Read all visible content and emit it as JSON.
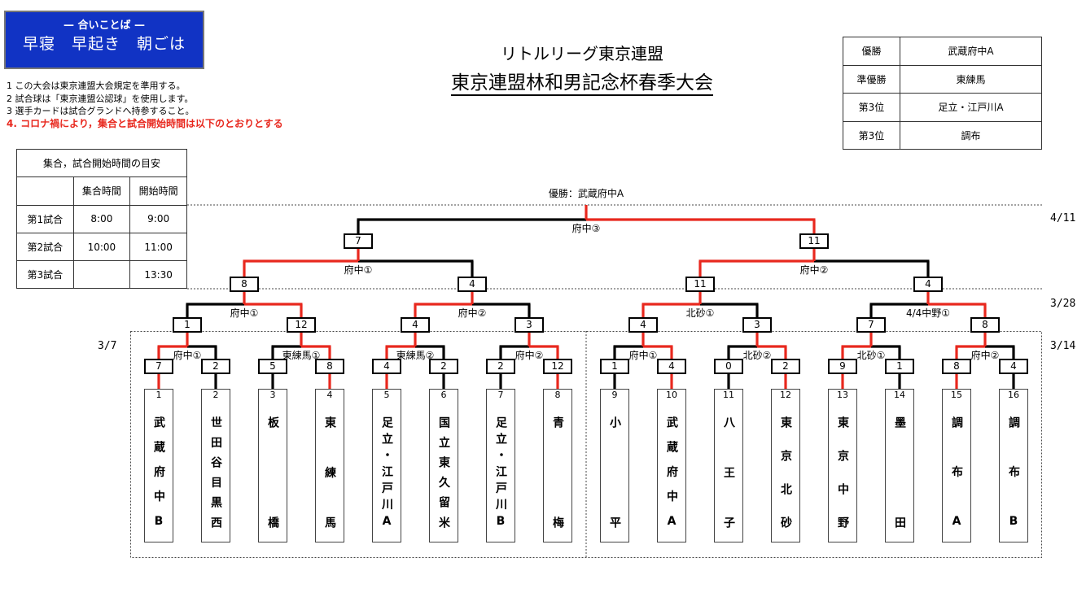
{
  "banner": {
    "subtitle": "— 合いことば —",
    "slogan": "早寝　早起き　朝ごは"
  },
  "rules": [
    "1 この大会は東京連盟大会規定を準用する。",
    "2 試合球は「東京連盟公認球」を使用します。",
    "3 選手カードは試合グランドへ持参すること。",
    "4. コロナ禍により，集合と試合開始時間は以下のとおりとする"
  ],
  "header": {
    "title": "リトルリーグ東京連盟",
    "subtitle": "東京連盟林和男記念杯春季大会"
  },
  "results": [
    {
      "place": "優勝",
      "team": "武蔵府中A"
    },
    {
      "place": "準優勝",
      "team": "東練馬"
    },
    {
      "place": "第3位",
      "team": "足立・江戸川A"
    },
    {
      "place": "第3位",
      "team": "調布"
    }
  ],
  "schedule": {
    "title": "集合，試合開始時間の目安",
    "headers": [
      "",
      "集合時間",
      "開始時間"
    ],
    "rows": [
      [
        "第1試合",
        "8:00",
        "9:00"
      ],
      [
        "第2試合",
        "10:00",
        "11:00"
      ],
      [
        "第3試合",
        "",
        "13:30"
      ]
    ]
  },
  "champion_label": "優勝：武蔵府中A",
  "dates": {
    "final": "4/11",
    "semi": "3/28",
    "round2": "3/14",
    "round1": "3/7"
  },
  "colors": {
    "win": "#e8281e",
    "lose": "#000000",
    "banner": "#1133c4"
  },
  "teams": [
    {
      "seed": "1",
      "name": "武蔵府中B"
    },
    {
      "seed": "2",
      "name": "世田谷目黒西"
    },
    {
      "seed": "3",
      "name": "板橋"
    },
    {
      "seed": "4",
      "name": "東練馬"
    },
    {
      "seed": "5",
      "name": "足立・江戸川A"
    },
    {
      "seed": "6",
      "name": "国立東久留米"
    },
    {
      "seed": "7",
      "name": "足立・江戸川B"
    },
    {
      "seed": "8",
      "name": "青梅"
    },
    {
      "seed": "9",
      "name": "小平"
    },
    {
      "seed": "10",
      "name": "武蔵府中A"
    },
    {
      "seed": "11",
      "name": "八王子"
    },
    {
      "seed": "12",
      "name": "東京北砂"
    },
    {
      "seed": "13",
      "name": "東京中野"
    },
    {
      "seed": "14",
      "name": "墨田"
    },
    {
      "seed": "15",
      "name": "調布A"
    },
    {
      "seed": "16",
      "name": "調布B"
    }
  ],
  "rounds": [
    {
      "scores": [
        "7",
        "2",
        "5",
        "8",
        "4",
        "2",
        "2",
        "12",
        "1",
        "4",
        "0",
        "2",
        "9",
        "1",
        "8",
        "4"
      ],
      "labels": [
        "府中①",
        "東練馬①",
        "東練馬②",
        "府中②",
        "府中①",
        "北砂②",
        "北砂①",
        "府中②"
      ],
      "winners": [
        0,
        1,
        0,
        1,
        1,
        1,
        0,
        0
      ]
    },
    {
      "scores": [
        "1",
        "12",
        "4",
        "3",
        "4",
        "3",
        "7",
        "8"
      ],
      "labels": [
        "府中①",
        "府中②",
        "北砂①",
        "4/4中野①"
      ],
      "winners": [
        1,
        0,
        0,
        1
      ]
    },
    {
      "scores": [
        "8",
        "4",
        "11",
        "4"
      ],
      "labels": [
        "府中①",
        "府中②"
      ],
      "winners": [
        0,
        0
      ]
    },
    {
      "scores": [
        "7",
        "11"
      ],
      "labels": [
        "府中③"
      ],
      "winners": [
        1
      ]
    }
  ]
}
